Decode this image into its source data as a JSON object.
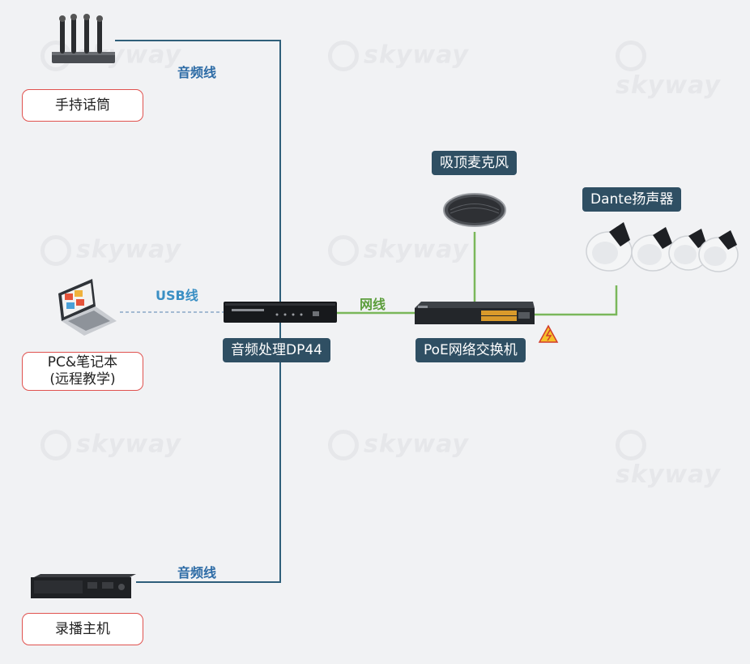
{
  "devices": {
    "handheld_mic": "手持话筒",
    "pc_line1": "PC&笔记本",
    "pc_line2": "(远程教学)",
    "recorder": "录播主机",
    "processor": "音频处理DP44",
    "switch": "PoE网络交换机",
    "ceiling_mic": "吸顶麦克风",
    "speakers": "Dante扬声器"
  },
  "wires": {
    "audio_top": "音频线",
    "usb": "USB线",
    "network": "网线",
    "audio_bottom": "音频线"
  },
  "watermark": "skyway",
  "colors": {
    "audio_line": "#2f5f7a",
    "network_line": "#7ab75a",
    "usb_line": "#8aa7c6",
    "red_border": "#e0524f",
    "dark_label_bg": "#2f4f63"
  }
}
